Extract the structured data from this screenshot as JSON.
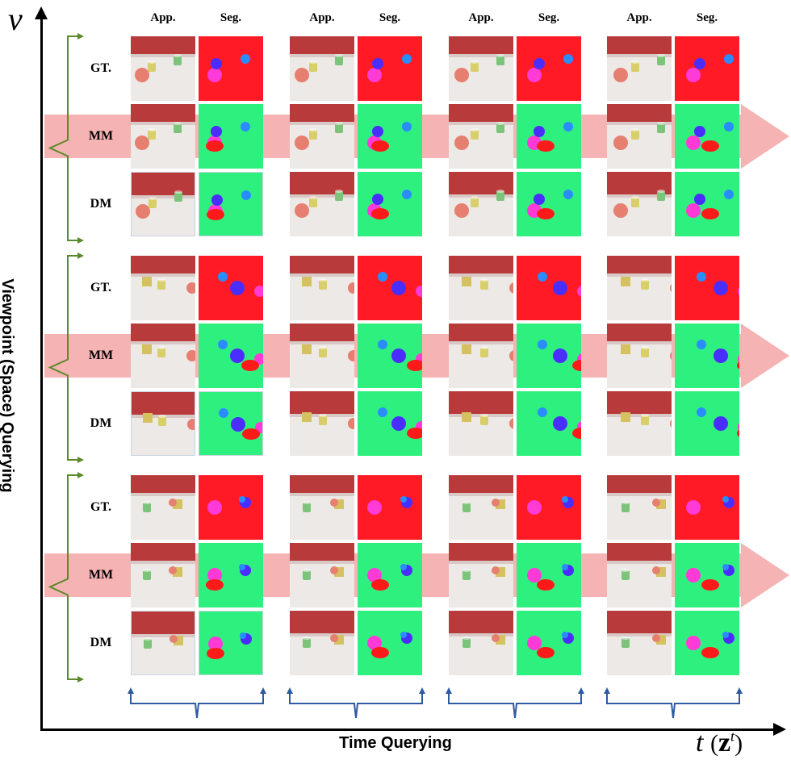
{
  "axes": {
    "y_symbol": "v",
    "y_label": "Viewpoint (Space) Querying",
    "x_label": "Time Querying",
    "x_symbol_t": "t",
    "x_symbol_z": "z",
    "x_symbol_sup": "t"
  },
  "column_headers": [
    "App.",
    "Seg.",
    "App.",
    "Seg.",
    "App.",
    "Seg.",
    "App.",
    "Seg."
  ],
  "row_labels": [
    "GT.",
    "MM",
    "DM",
    "GT.",
    "MM",
    "DM",
    "GT.",
    "MM",
    "DM"
  ],
  "colors": {
    "seg_gt_background": "#ff1a25",
    "seg_model_background": "#2ef07e",
    "render_wall": "#b83a3a",
    "render_floor": "#ece9e6",
    "band": "#f6b3b3",
    "bracket_green": "#5a8a2a",
    "bracket_blue": "#2e5aa0"
  }
}
